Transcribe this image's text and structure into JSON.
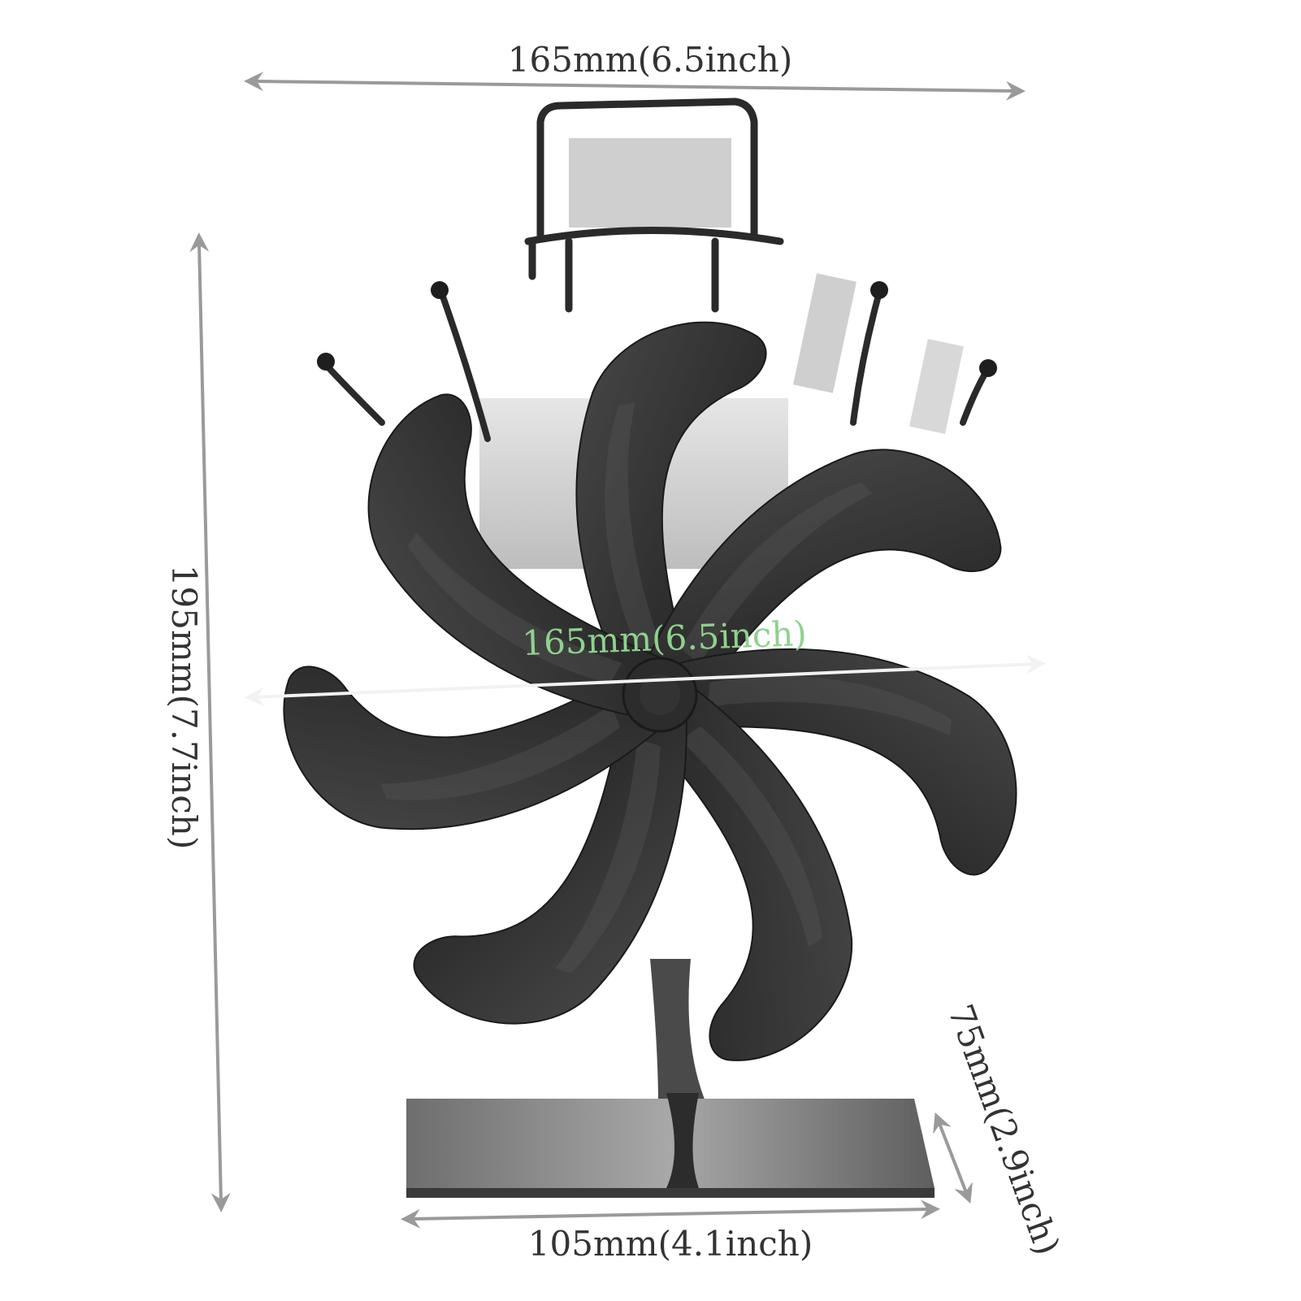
{
  "colors": {
    "background": "#ffffff",
    "dimension_line": "#9a9a9a",
    "dimension_text": "#333333",
    "fan_diameter_text": "#8fd18f",
    "fan_diameter_line": "#eaeaea",
    "blade_fill": "#3a3a3a",
    "blade_dark": "#222222",
    "base_fill": "#8a8a8a",
    "wire": "#2a2a2a",
    "heatsink": "#d4d4d4"
  },
  "dimensions": {
    "overall_width": "165mm(6.5inch)",
    "overall_height": "195mm(7.7inch)",
    "fan_diameter": "165mm(6.5inch)",
    "base_width": "105mm(4.1inch)",
    "base_depth": "75mm(2.9inch)"
  },
  "product": {
    "blade_count": 7,
    "blade_icon": "fan-blade-icon"
  }
}
